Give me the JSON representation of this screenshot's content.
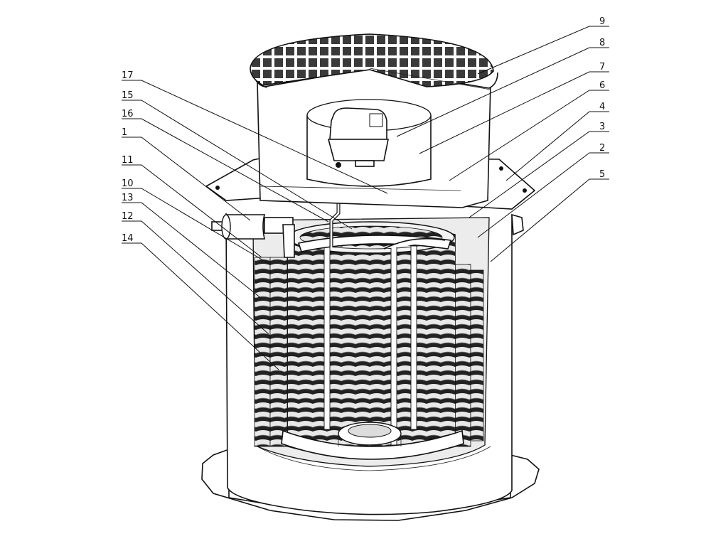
{
  "callouts": [
    {
      "label": "17"
    },
    {
      "label": "15"
    },
    {
      "label": "16"
    },
    {
      "label": "1"
    },
    {
      "label": "11"
    },
    {
      "label": "10"
    },
    {
      "label": "13"
    },
    {
      "label": "12"
    },
    {
      "label": "14"
    },
    {
      "label": "9"
    },
    {
      "label": "8"
    },
    {
      "label": "7"
    },
    {
      "label": "6"
    },
    {
      "label": "4"
    },
    {
      "label": "3"
    },
    {
      "label": "2"
    },
    {
      "label": "5"
    }
  ]
}
